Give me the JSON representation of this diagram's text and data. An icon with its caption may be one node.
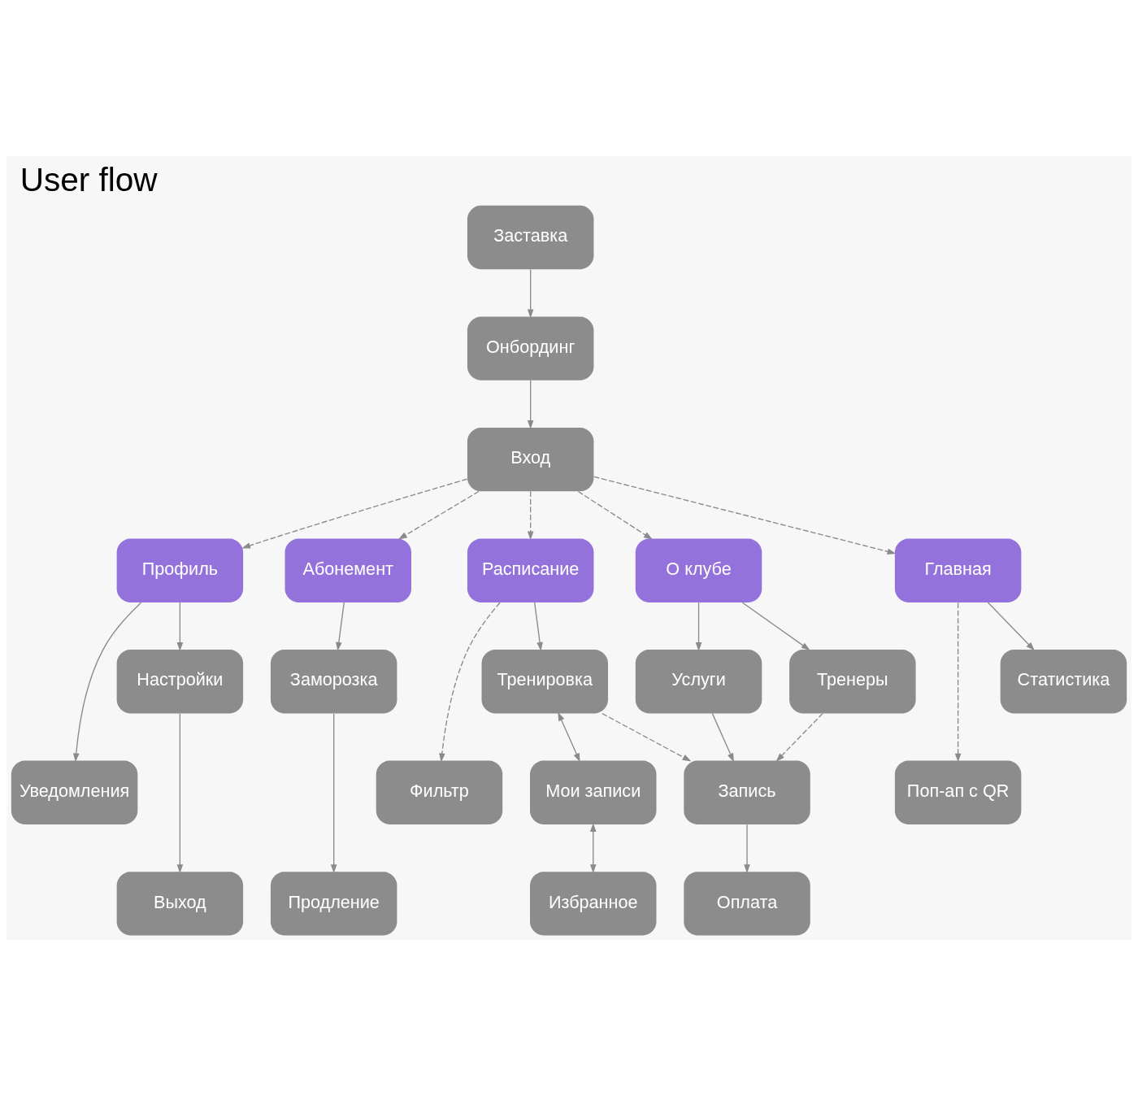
{
  "diagram": {
    "title": "User flow",
    "nodes": [
      {
        "text": [
          "Заставка"
        ]
      },
      {
        "text": [
          "Онбординг"
        ]
      },
      {
        "text": [
          "Вход"
        ]
      },
      {
        "text": [
          "Профиль"
        ]
      },
      {
        "text": [
          "Абонемент"
        ]
      },
      {
        "text": [
          "Расписание"
        ]
      },
      {
        "text": [
          "О клубе"
        ]
      },
      {
        "text": [
          "Главная"
        ]
      },
      {
        "text": [
          "Настройки"
        ]
      },
      {
        "text": [
          "Заморозка"
        ]
      },
      {
        "text": [
          "Тренировка"
        ]
      },
      {
        "text": [
          "Тренеры"
        ]
      },
      {
        "text": [
          "Услуги"
        ]
      },
      {
        "text": [
          "Статистика"
        ]
      },
      {
        "text": [
          "Уведомления"
        ]
      },
      {
        "text": [
          "Фильтр"
        ]
      },
      {
        "text": [
          "Мои записи"
        ]
      },
      {
        "text": [
          "Запись"
        ]
      },
      {
        "text": [
          "Поп-ап с QR"
        ]
      },
      {
        "text": [
          "Выход"
        ]
      },
      {
        "text": [
          "Продление"
        ]
      },
      {
        "text": [
          "Избранное"
        ]
      },
      {
        "text": [
          "Оплата"
        ]
      }
    ],
    "edges": [
      {
        "from": 0,
        "to": 1,
        "arrow": "to"
      },
      {
        "from": 1,
        "to": 2,
        "arrow": "to"
      },
      {
        "from": 2,
        "to": 3,
        "arrow": "to",
        "style": "dashed"
      },
      {
        "from": 2,
        "to": 4,
        "arrow": "to",
        "style": "dashed"
      },
      {
        "from": 2,
        "to": 5,
        "arrow": "to",
        "style": "dashed"
      },
      {
        "from": 2,
        "to": 6,
        "arrow": "to",
        "style": "dashed"
      },
      {
        "from": 2,
        "to": 7,
        "arrow": "to",
        "style": "dashed"
      },
      {
        "from": 3,
        "to": 8,
        "arrow": "to"
      },
      {
        "from": 3,
        "to": 14,
        "arrow": "to"
      },
      {
        "from": 4,
        "to": 9,
        "arrow": "to"
      },
      {
        "from": 5,
        "to": 10,
        "arrow": "to"
      },
      {
        "from": 5,
        "to": 15,
        "arrow": "to",
        "style": "dashed"
      },
      {
        "from": 6,
        "to": 11,
        "arrow": "to"
      },
      {
        "from": 6,
        "to": 12,
        "arrow": "to"
      },
      {
        "from": 7,
        "to": 13,
        "arrow": "to"
      },
      {
        "from": 7,
        "to": 18,
        "arrow": "to",
        "style": "dashed"
      },
      {
        "from": 8,
        "to": 19,
        "arrow": "to"
      },
      {
        "from": 9,
        "to": 20,
        "arrow": "to"
      },
      {
        "from": 10,
        "to": 16,
        "arrow": "both"
      },
      {
        "from": 10,
        "to": 17,
        "arrow": "to",
        "style": "dashed"
      },
      {
        "from": 11,
        "to": 17,
        "arrow": "to",
        "style": "dashed"
      },
      {
        "from": 12,
        "to": 17,
        "arrow": "to"
      },
      {
        "from": 16,
        "to": 21,
        "arrow": "both"
      },
      {
        "from": 17,
        "to": 22,
        "arrow": "to"
      }
    ]
  }
}
